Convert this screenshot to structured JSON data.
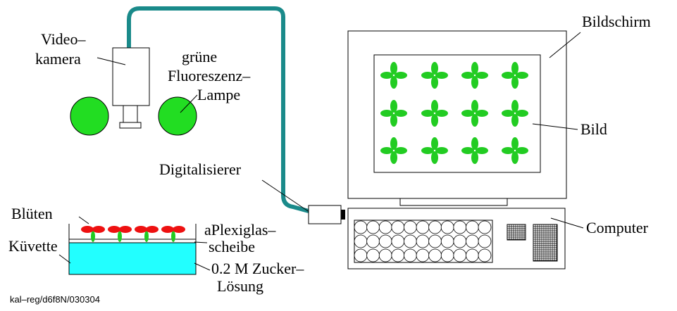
{
  "labels": {
    "videokamera_1": "Video–",
    "videokamera_2": "kamera",
    "lampe_1": "grüne",
    "lampe_2": "Fluoreszenz–",
    "lampe_3": "Lampe",
    "bildschirm": "Bildschirm",
    "bild": "Bild",
    "digitalisierer": "Digitalisierer",
    "computer": "Computer",
    "blueten": "Blüten",
    "kuevette": "Küvette",
    "plexiglas_1": "aPlexiglas–",
    "plexiglas_2": "scheibe",
    "loesung_1": "0.2 M Zucker–",
    "loesung_2": "Lösung",
    "footer": "kal–reg/d6f8N/030304"
  },
  "colors": {
    "cable": "#1a8a8a",
    "lamp_green": "#22dd22",
    "flower_green": "#22cc22",
    "petal_red": "#ee1111",
    "water": "#22ffff",
    "stem_green": "#22cc22"
  },
  "icons": {
    "camera": "video-camera-icon",
    "lamp": "lamp-icon",
    "flower": "flower-icon",
    "digitizer": "digitizer-icon",
    "keyboard_key": "keyboard-key-icon"
  }
}
